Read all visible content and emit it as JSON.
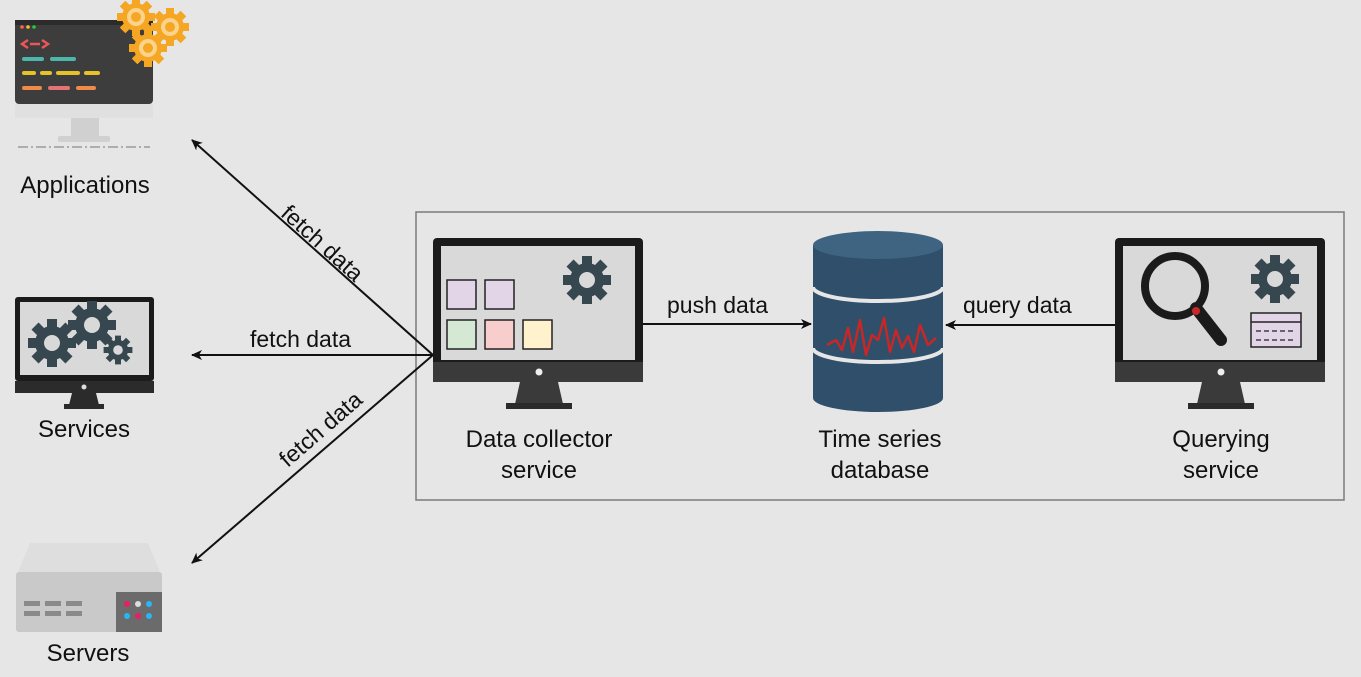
{
  "nodes": {
    "applications": "Applications",
    "services": "Services",
    "servers": "Servers",
    "data_collector": [
      "Data collector",
      "service"
    ],
    "time_series_db": [
      "Time series",
      "database"
    ],
    "querying": [
      "Querying",
      "service"
    ]
  },
  "edges": {
    "fetch_applications": "fetch data",
    "fetch_services": "fetch data",
    "fetch_servers": "fetch data",
    "push": "push data",
    "query": "query data"
  },
  "colors": {
    "background": "#e6e6e6",
    "monitor_frame": "#1b1b1b",
    "monitor_screen": "#d9d9d9",
    "gear": "#37474f",
    "gear_orange": "#f5a623",
    "database": "#2f4f6b",
    "database_signal": "#c62828",
    "server_body": "#c9c9c9"
  }
}
